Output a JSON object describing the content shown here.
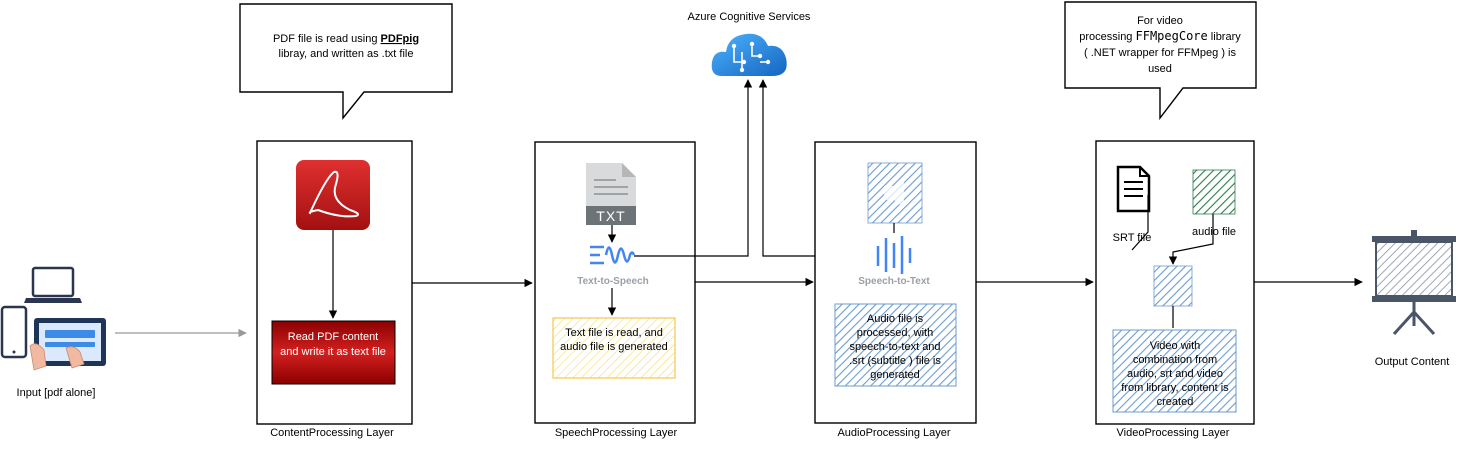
{
  "cloud": {
    "label": "Azure Cognitive Services"
  },
  "input": {
    "label": "Input [pdf alone]"
  },
  "output": {
    "label": "Output Content"
  },
  "callouts": {
    "pdf": {
      "line1_prefix": "PDF file is read using ",
      "line1_bold": "PDFpig",
      "line2": "libray, and written as .txt file"
    },
    "video": {
      "line1": "For video",
      "line2_prefix": "processing ",
      "line2_mono": "FFMpegCore",
      "line2_suffix": " library",
      "line3": "( .NET wrapper for FFMpeg ) is",
      "line4": "used"
    }
  },
  "layers": {
    "content": {
      "title": "ContentProcessing Layer",
      "step_line1": "Read PDF content",
      "step_line2": "and write it as text file"
    },
    "speech": {
      "title": "SpeechProcessing Layer",
      "icon_label": "TXT",
      "service_label": "Text-to-Speech",
      "step_line1": "Text file is read, and",
      "step_line2": "audio file is generated"
    },
    "audio": {
      "title": "AudioProcessing Layer",
      "service_label": "Speech-to-Text",
      "step_lines": [
        "Audio file is",
        "processed, with",
        "speech-to-text and",
        ".srt (subtitle ) file is",
        "generated"
      ]
    },
    "video": {
      "title": "VideoProcessing Layer",
      "srt_label": "SRT file",
      "audio_label": "audio file",
      "step_lines": [
        "Video with",
        "combination from",
        "audio, srt and video",
        "from library, content is",
        "created"
      ]
    }
  },
  "colors": {
    "pdf_red": "#c41a1a",
    "azure_blue": "#1f8fe0",
    "google_blue": "#4285f4",
    "hatch_blue": "#6c9bd2",
    "hatch_green": "#2e7d4f",
    "note_yellow": "#f6d96a"
  }
}
